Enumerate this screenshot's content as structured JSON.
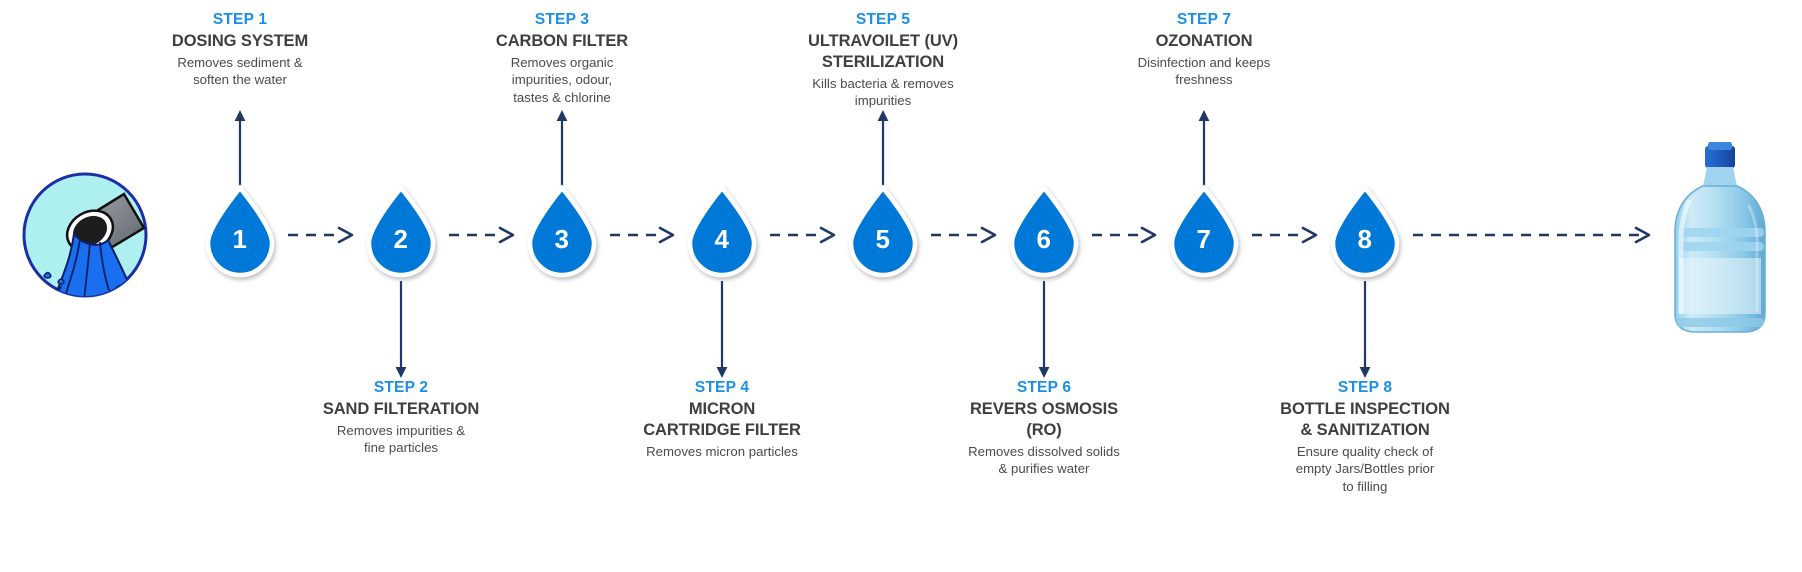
{
  "colors": {
    "step_heading": "#1a8fe8",
    "droplet_fill": "#0078d7",
    "arrow": "#1f3864",
    "title_text": "#3f3f3f",
    "desc_text": "#4a4a4a",
    "icon_water": "#1a6ef0",
    "icon_bg": "#aef0ef",
    "bottle_blue": "#7fc4e8"
  },
  "source": {
    "icon_name": "water-source-pipe-icon",
    "alt": "pipe discharging water"
  },
  "output": {
    "icon_name": "water-bottle-jar-icon",
    "alt": "filled water jar"
  },
  "steps": [
    {
      "number": "1",
      "step_label": "STEP 1",
      "title_lines": [
        "DOSING SYSTEM"
      ],
      "desc_lines": [
        "Removes sediment &",
        "soften the water"
      ],
      "position": "top"
    },
    {
      "number": "2",
      "step_label": "STEP 2",
      "title_lines": [
        "SAND FILTERATION"
      ],
      "desc_lines": [
        "Removes impurities &",
        "fine particles"
      ],
      "position": "bottom"
    },
    {
      "number": "3",
      "step_label": "STEP 3",
      "title_lines": [
        "CARBON FILTER"
      ],
      "desc_lines": [
        "Removes organic",
        "impurities, odour,",
        "tastes & chlorine"
      ],
      "position": "top"
    },
    {
      "number": "4",
      "step_label": "STEP 4",
      "title_lines": [
        "MICRON",
        "CARTRIDGE FILTER"
      ],
      "desc_lines": [
        "Removes micron particles"
      ],
      "position": "bottom"
    },
    {
      "number": "5",
      "step_label": "STEP 5",
      "title_lines": [
        "ULTRAVOILET (UV)",
        "STERILIZATION"
      ],
      "desc_lines": [
        "Kills bacteria & removes",
        "impurities"
      ],
      "position": "top"
    },
    {
      "number": "6",
      "step_label": "STEP 6",
      "title_lines": [
        "REVERS OSMOSIS",
        "(RO)"
      ],
      "desc_lines": [
        "Removes dissolved  solids",
        "& purifies water"
      ],
      "position": "bottom"
    },
    {
      "number": "7",
      "step_label": "STEP 7",
      "title_lines": [
        "OZONATION"
      ],
      "desc_lines": [
        "Disinfection and keeps",
        "freshness"
      ],
      "position": "top"
    },
    {
      "number": "8",
      "step_label": "STEP 8",
      "title_lines": [
        "BOTTLE INSPECTION",
        "& SANITIZATION"
      ],
      "desc_lines": [
        "Ensure quality check of",
        "empty Jars/Bottles prior",
        "to filling"
      ],
      "position": "bottom"
    }
  ]
}
